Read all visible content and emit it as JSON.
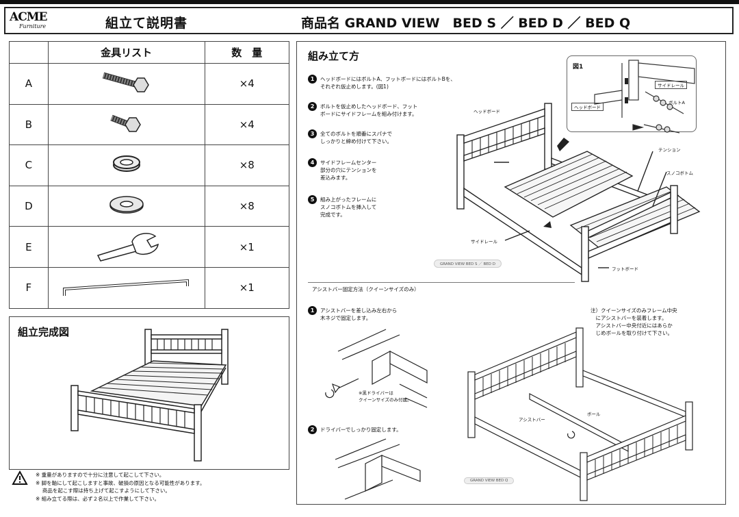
{
  "header": {
    "logo_main": "ACME",
    "logo_sub": "Furniture",
    "doc_title": "組立て説明書",
    "product_title": "商品名 GRAND VIEW　BED S ／ BED D ／ BED Q"
  },
  "parts_table": {
    "headers": {
      "letter": "",
      "parts": "金具リスト",
      "qty": "数　量"
    },
    "rows": [
      {
        "letter": "A",
        "qty": "×4",
        "icon": "long-bolt"
      },
      {
        "letter": "B",
        "qty": "×4",
        "icon": "short-bolt"
      },
      {
        "letter": "C",
        "qty": "×8",
        "icon": "spring-washer"
      },
      {
        "letter": "D",
        "qty": "×8",
        "icon": "flat-washer"
      },
      {
        "letter": "E",
        "qty": "×1",
        "icon": "wrench"
      },
      {
        "letter": "F",
        "qty": "×1",
        "icon": "assist-bar"
      }
    ]
  },
  "completed": {
    "title": "組立完成図"
  },
  "warning": {
    "icon": "warning-triangle",
    "lines": [
      "※ 重量がありますので十分に注意して起こして下さい。",
      "※ 脚を軸にして起こしますと事故、破損の原因となる可能性があります。",
      "　 商品を起こす際は持ち上げて起こすようにして下さい。",
      "※ 組み立てる際は、必ず２名以上で作業して下さい。"
    ]
  },
  "assembly": {
    "title": "組み立て方",
    "steps": [
      {
        "num": "1",
        "text": "ヘッドボードにはボルトA、フットボードにはボルトBを、\nそれぞれ仮止めします。(図1)"
      },
      {
        "num": "2",
        "text": "ボルトを仮止めしたヘッドボード、フット\nボードにサイドフレームを組み付けます。"
      },
      {
        "num": "3",
        "text": "全てのボルトを順番にスパナで\nしっかりと締め付けて下さい。"
      },
      {
        "num": "4",
        "text": "サイドフレームセンター\n部分の穴にテンションを\n差込みます。"
      },
      {
        "num": "5",
        "text": "組み上がったフレームに\nスノコボトムを挿入して\n完成です。"
      }
    ],
    "labels": {
      "headboard": "ヘッドボード",
      "tension": "テンション",
      "slats": "スノコボトム",
      "side_rail": "サイドレール",
      "footboard": "フットボード",
      "model_sd": "GRAND VIEW  BED S ／ BED D"
    },
    "figure1": {
      "title": "図1",
      "side_rail": "サイドレール",
      "headboard": "ヘッドボード",
      "bolt_a": "ボルトA"
    }
  },
  "assist": {
    "title": "アシストバー固定方法（クイーンサイズのみ）",
    "steps": [
      {
        "num": "1",
        "text": "アシストバーを差し込み左右から\n木ネジで固定します。"
      },
      {
        "num": "2",
        "text": "ドライバーでしっかり固定します。"
      }
    ],
    "driver_note": "※黒ドライバーは\nクイーンサイズのみ付属。",
    "note": "注）クイーンサイズのみフレーム中央\n　にアシストバーを装着します。\n　アシストバー中央付近にはあらか\n　じめボールを取り付けて下さい。",
    "labels": {
      "assist_bar": "アシストバー",
      "ball": "ボール",
      "model_q": "GRAND VIEW  BED Q"
    }
  }
}
